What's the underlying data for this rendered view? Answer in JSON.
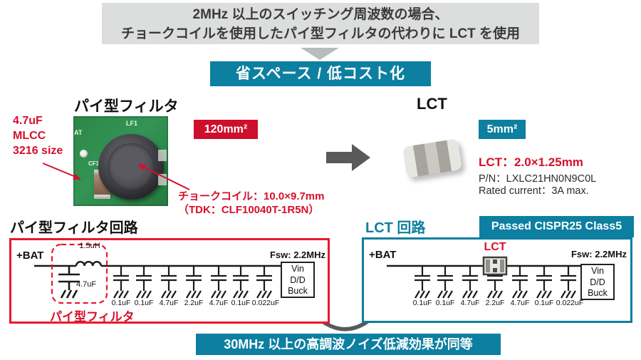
{
  "colors": {
    "teal": "#0d7fa0",
    "red": "#d60f2c",
    "banner_gray": "#dcdddd",
    "arrow_gray": "#58595b",
    "pcb_green": "#2c8746"
  },
  "top_banner": {
    "line1": "2MHz 以上のスイッチング周波数の場合、",
    "line2": "チョークコイルを使用したパイ型フィルタの代わりに LCT を使用"
  },
  "benefit_banner": {
    "label": "省スペース / 低コスト化"
  },
  "pi_filter_photo": {
    "title": "パイ型フィルタ",
    "area_badge": "120mm²",
    "mlcc_note": {
      "line1": "4.7uF",
      "line2": "MLCC",
      "line3": "3216 size"
    },
    "choke_note": {
      "line1": "チョークコイル：10.0×9.7mm",
      "line2": "（TDK：CLF10040T-1R5N）"
    },
    "silkscreen": {
      "bat_ref": "AT",
      "inductor_ref": "LF1",
      "capacitor_ref": "CF1"
    }
  },
  "lct_product": {
    "title": "LCT",
    "area_badge": "5mm²",
    "size_note": "LCT：2.0×1.25mm",
    "part_number": "P/N：LXLC21HN0N9C0L",
    "rated_current": "Rated current：3A max."
  },
  "pi_circuit": {
    "title": "パイ型フィルタ回路",
    "bat_label": "+BAT",
    "inductor_value": "1.5uH",
    "input_cap_value": "4.7uF",
    "filter_label": "パイ型フィルタ",
    "fsw_label": "Fsw: 2.2MHz",
    "load_box": {
      "line1": "Vin",
      "line2": "D/D",
      "line3": "Buck"
    },
    "cap_values": [
      "0.1uF",
      "0.1uF",
      "4.7uF",
      "2.2uF",
      "4.7uF",
      "0.1uF",
      "0.022uF"
    ]
  },
  "lct_circuit": {
    "title": "LCT 回路",
    "badge": "Passed CISPR25 Class5",
    "bat_label": "+BAT",
    "lct_label": "LCT",
    "fsw_label": "Fsw: 2.2MHz",
    "load_box": {
      "line1": "Vin",
      "line2": "D/D",
      "line3": "Buck"
    },
    "cap_values": [
      "0.1uF",
      "0.1uF",
      "4.7uF",
      "2.2uF",
      "4.7uF",
      "0.1uF",
      "0.022uF"
    ]
  },
  "footer_banner": {
    "label": "30MHz 以上の高調波ノイズ低減効果が同等"
  }
}
